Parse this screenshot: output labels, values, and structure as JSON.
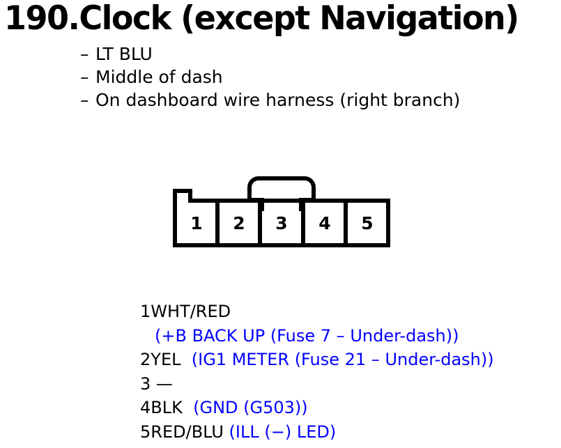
{
  "title": "190.Clock (except Navigation)",
  "bullets": [
    {
      "marker": "–",
      "text": "LT BLU"
    },
    {
      "marker": "–",
      "text": "Middle of dash"
    },
    {
      "marker": "–",
      "text": "On dashboard wire harness (right branch)"
    }
  ],
  "connector": {
    "name": "5-pin-connector",
    "pin_count": 5,
    "pin_labels": [
      "1",
      "2",
      "3",
      "4",
      "5"
    ],
    "lock_tab_over_pin": "3",
    "keying_notch": "top-left"
  },
  "pin_legend": [
    {
      "pin": "1",
      "wire": "WHT/RED",
      "gap": "",
      "desc": "",
      "wrap_desc": "(+B BACK UP (Fuse 7 – Under-dash))"
    },
    {
      "pin": "2",
      "wire": "YEL",
      "gap": "  ",
      "desc": "(IG1 METER (Fuse 21 – Under-dash))",
      "wrap_desc": ""
    },
    {
      "pin": "3",
      "wire": " —",
      "gap": "",
      "desc": "",
      "wrap_desc": ""
    },
    {
      "pin": "4",
      "wire": "BLK",
      "gap": "  ",
      "desc": "(GND (G503))",
      "wrap_desc": ""
    },
    {
      "pin": "5",
      "wire": "RED/BLU",
      "gap": " ",
      "desc": "(ILL (−) LED)",
      "wrap_desc": ""
    }
  ],
  "colors": {
    "text": "#000000",
    "description": "#0000ff",
    "background": "#ffffff"
  }
}
